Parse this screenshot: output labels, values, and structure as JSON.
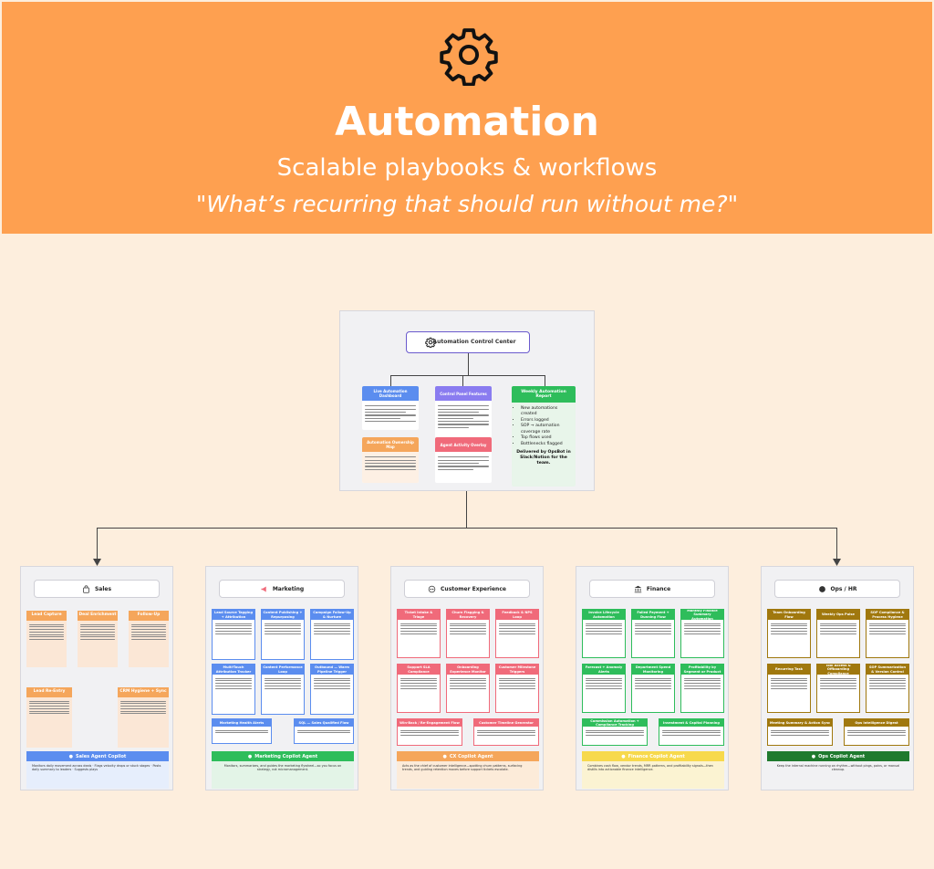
{
  "header": {
    "title": "Automation",
    "subtitle": "Scalable playbooks & workflows",
    "quote": "\"What’s recurring that should run without me?\"",
    "icon": "gear-icon",
    "colors": {
      "background": "#fea050",
      "page": "#fdeedd"
    }
  },
  "control_center": {
    "root_label": "Automation Control Center",
    "cards": [
      {
        "title": "Live Automation Dashboard",
        "color": "#5b8def"
      },
      {
        "title": "Control Panel Features",
        "color": "#8a7cf0"
      },
      {
        "title": "Automation Ownership Map",
        "color": "#f5a65b"
      },
      {
        "title": "Agent Activity Overlay",
        "color": "#f06a7a"
      }
    ],
    "report": {
      "title": "Weekly Automation Report",
      "color": "#2ebd5b",
      "items": [
        "New automations created",
        "Errors logged",
        "SOP → automation coverage rate",
        "Top flows used",
        "Bottlenecks flagged"
      ],
      "footer": "Delivered by OpsBot in Slack/Notion for the team."
    }
  },
  "departments": [
    {
      "title": "Sales",
      "icon": "shopping-bag-icon",
      "color": "#f5a65b",
      "cards": [
        "Lead Capture",
        "Deal Enrichment",
        "Follow-Up",
        "Lead Re-Entry",
        "CRM Hygiene + Sync"
      ],
      "agent": "Sales Agent Copilot",
      "agent_color": "#5b8def",
      "agent_text": "Monitors daily movement across deals · Flags velocity drops or stuck stages · Posts daily summary to leaders · Suggests plays"
    },
    {
      "title": "Marketing",
      "icon": "megaphone-icon",
      "color": "#5b8def",
      "cards": [
        "Lead Source Tagging + Attribution",
        "Content Publishing + Repurposing",
        "Campaign Follow-Up & Nurture",
        "Multi-Touch Attribution Tracker",
        "Content Performance Loop",
        "Outbound — Warm Pipeline Trigger",
        "Marketing Health Alerts",
        "SQL — Sales Qualified Flow"
      ],
      "agent": "Marketing Copilot Agent",
      "agent_color": "#2ebd5b",
      "agent_text": "Monitors, summarizes, and guides the marketing flywheel—so you focus on strategy, not micromanagement."
    },
    {
      "title": "Customer Experience",
      "icon": "chat-icon",
      "color": "#f06a7a",
      "cards": [
        "Ticket Intake & Triage",
        "Churn Flagging & Recovery",
        "Feedback & NPS Loop",
        "Support SLA Compliance",
        "Onboarding Experience Monitor",
        "Customer Milestone Triggers",
        "Win-Back / Re-Engagement Flow",
        "Customer Timeline Generator"
      ],
      "agent": "CX Copilot Agent",
      "agent_color": "#f5a65b",
      "agent_text": "Acts as the chief of customer intelligence—spotting churn patterns, surfacing trends, and guiding retention moves before support tickets escalate."
    },
    {
      "title": "Finance",
      "icon": "bank-icon",
      "color": "#2ebd5b",
      "cards": [
        "Invoice Lifecycle Automation",
        "Failed Payment + Dunning Flow",
        "Monthly Finance Summary Automation",
        "Forecast + Anomaly Alerts",
        "Department Spend Monitoring",
        "Profitability by Segment or Product",
        "Commission Automation + Compliance Tracking",
        "Investment & Capital Planning"
      ],
      "agent": "Finance Copilot Agent",
      "agent_color": "#f7d94c",
      "agent_text": "Combines cash flow, vendor trends, MRR patterns, and profitability signals—then distills into actionable finance intelligence."
    },
    {
      "title": "Ops / HR",
      "icon": "circle-icon",
      "color": "#a0780e",
      "cards": [
        "Team Onboarding Flow",
        "Weekly Ops Pulse",
        "SOP Compliance & Process Hygiene",
        "Recurring Task",
        "Tool Access & Offboarding Compliance",
        "SOP Summarization & Version Control",
        "Meeting Summary & Action Sync",
        "Ops Intelligence Digest"
      ],
      "agent": "Ops Copilot Agent",
      "agent_color": "#1f7a2e",
      "agent_text": "Keep the internal machine running on rhythm—without pings, pains, or manual cleanup."
    }
  ]
}
